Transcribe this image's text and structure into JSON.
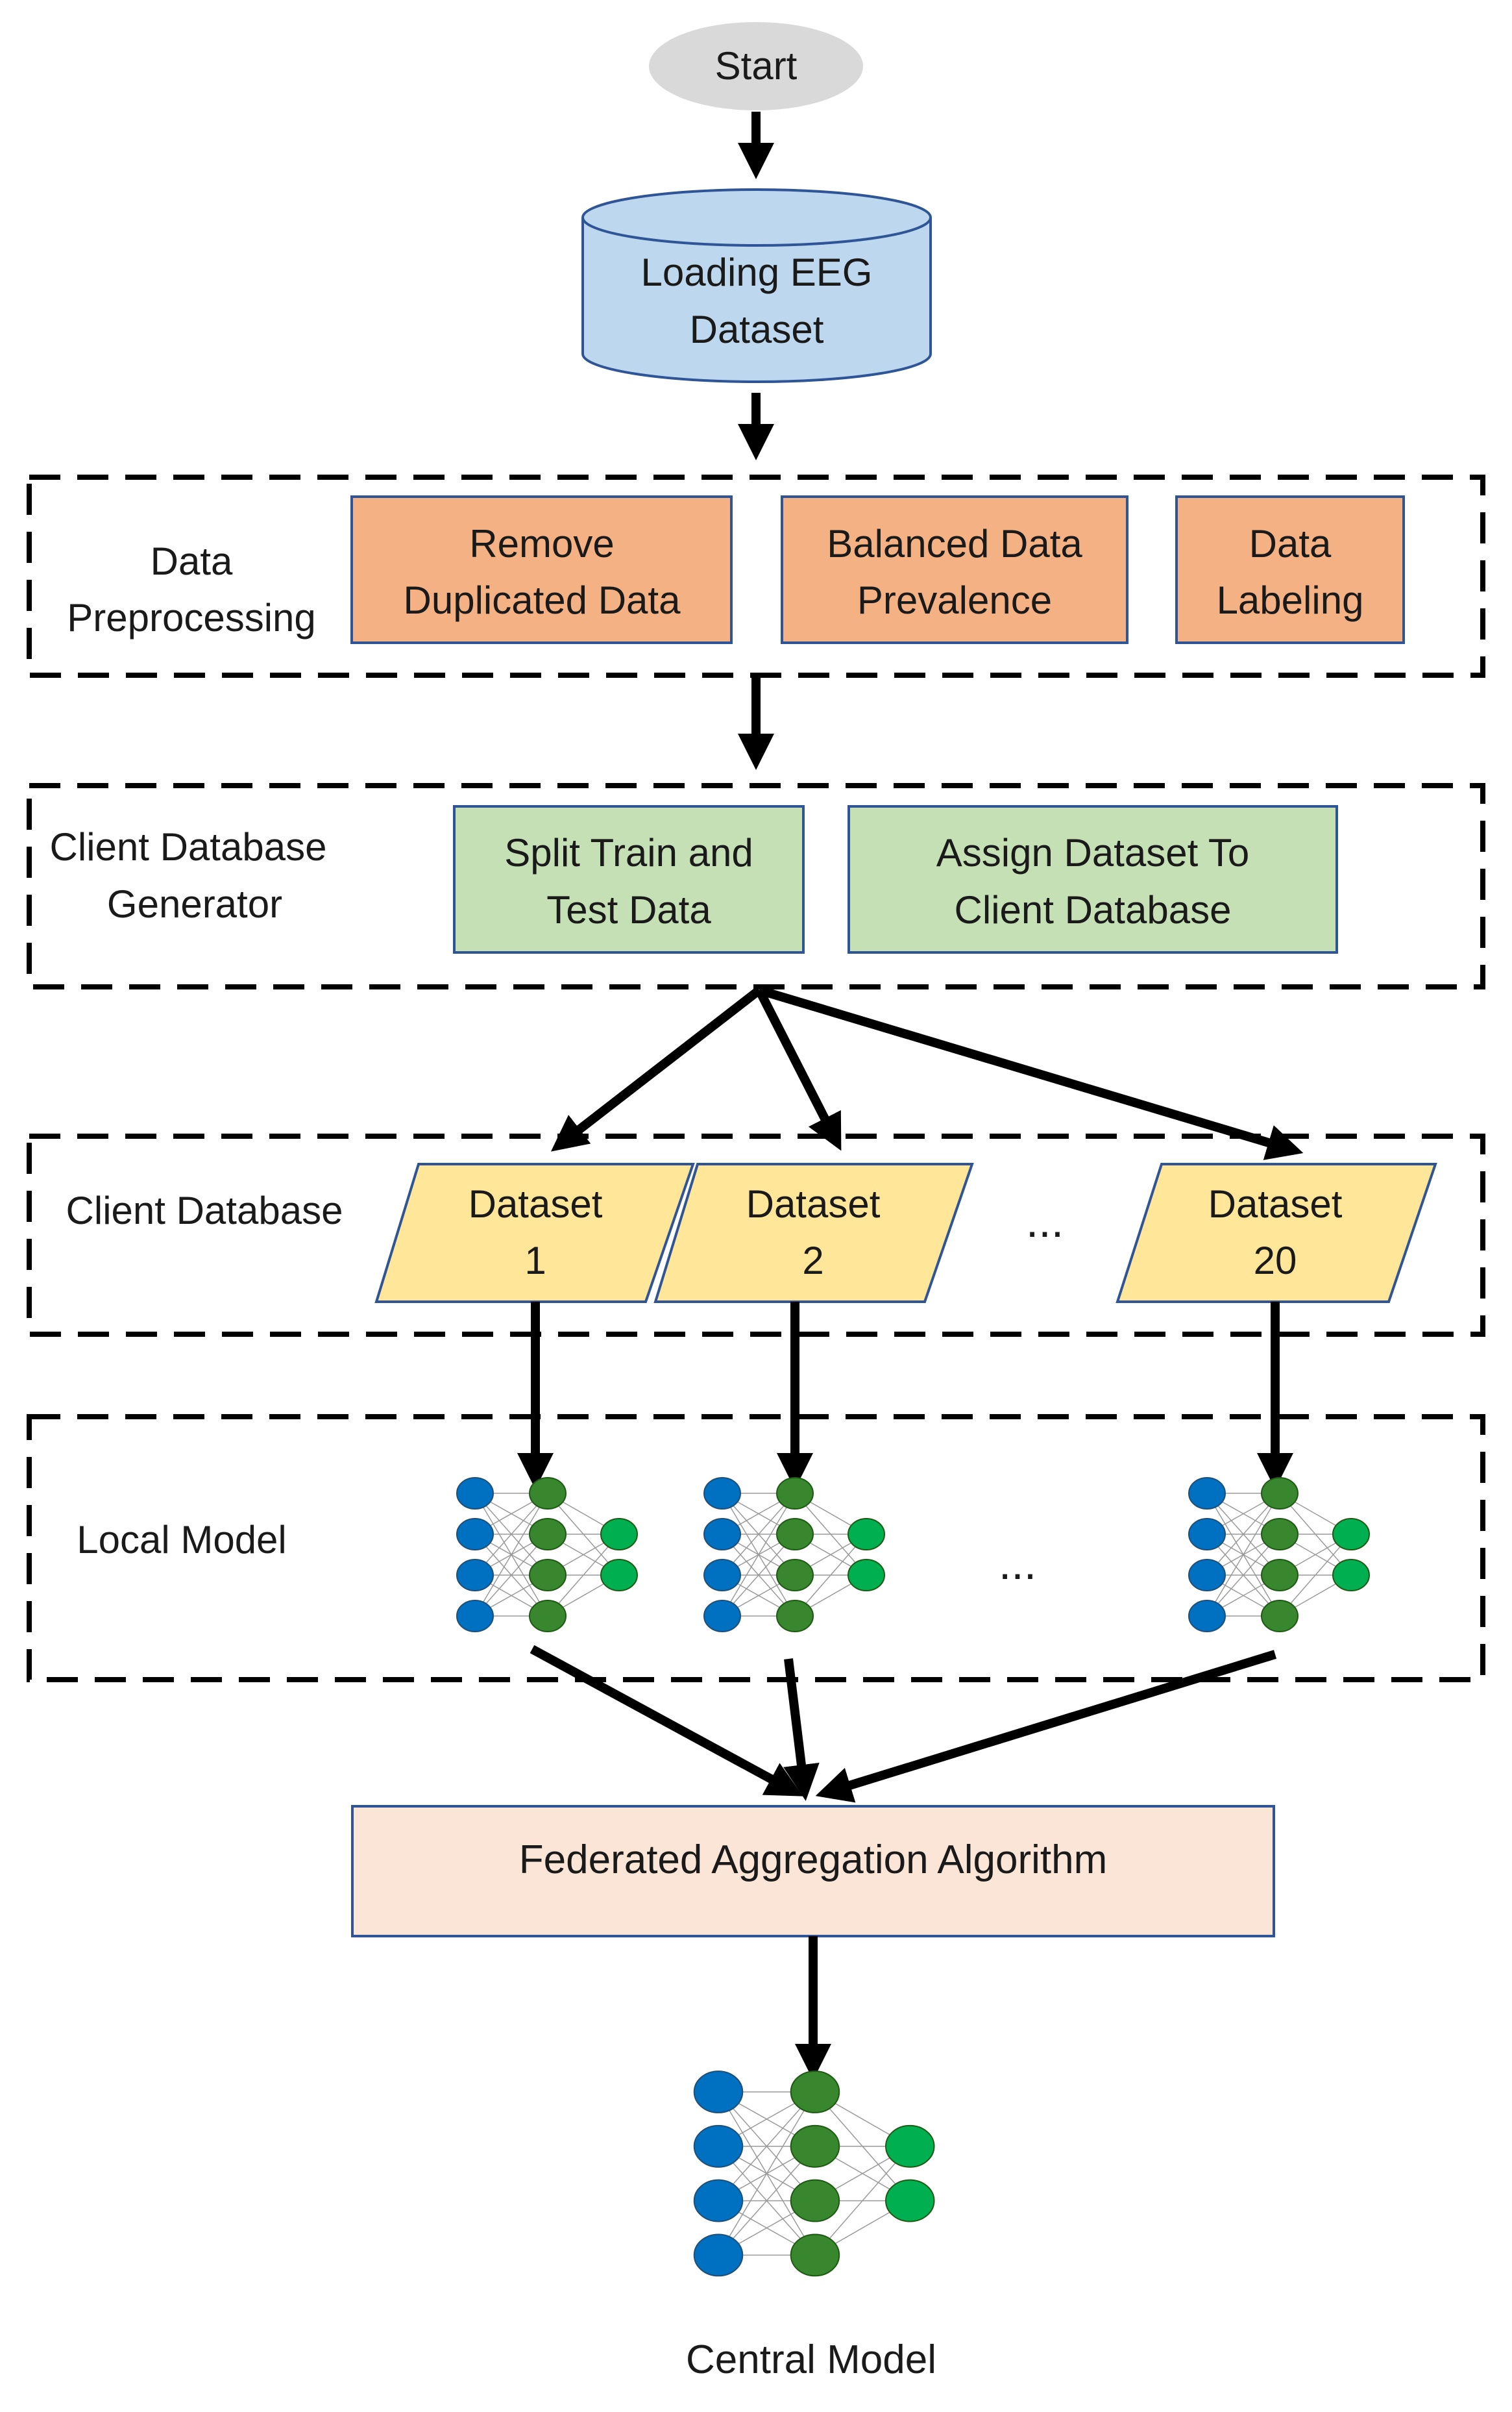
{
  "start": "Start",
  "database": [
    "Loading EEG",
    "Dataset"
  ],
  "preprocessing": {
    "label": [
      "Data",
      "Preprocessing"
    ],
    "steps": [
      [
        "Remove",
        "Duplicated Data"
      ],
      [
        "Balanced Data",
        "Prevalence"
      ],
      [
        "Data",
        "Labeling"
      ]
    ]
  },
  "generator": {
    "label": [
      "Client Database",
      "Generator"
    ],
    "steps": [
      [
        "Split Train and",
        "Test Data"
      ],
      [
        "Assign Dataset To",
        "Client Database"
      ]
    ]
  },
  "client_db": {
    "label": "Client Database",
    "datasets": [
      [
        "Dataset",
        "1"
      ],
      [
        "Dataset",
        "2"
      ],
      [
        "Dataset",
        "20"
      ]
    ],
    "ellipsis": "..."
  },
  "local_model": {
    "label": "Local Model",
    "ellipsis": "..."
  },
  "aggregation": "Federated Aggregation Algorithm",
  "central_model": "Central Model",
  "colors": {
    "start_fill": "#d9d9d9",
    "db_fill": "#bdd7ee",
    "db_stroke": "#2f5597",
    "preprocess_fill": "#f4b183",
    "preprocess_stroke": "#2f5597",
    "generator_fill": "#c5e0b4",
    "generator_stroke": "#2f5597",
    "dataset_fill": "#ffe699",
    "dataset_stroke": "#2f5597",
    "aggregation_fill": "#fbe5d6",
    "aggregation_stroke": "#2f5597",
    "input_node": "#0070c0",
    "hidden_node": "#38862e",
    "output_node": "#00b050"
  }
}
